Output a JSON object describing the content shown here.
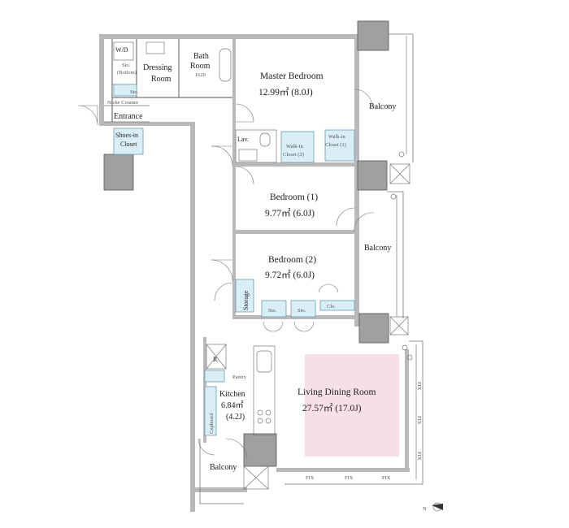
{
  "rooms": {
    "wd": "W/D",
    "sto_bottom_1": "Sto.",
    "sto_bottom_2": "(Bottom)",
    "dressing_1": "Dressing",
    "dressing_2": "Room",
    "bath_1": "Bath",
    "bath_2": "Room",
    "bath_3": "1620",
    "sto_small": "Sto.",
    "niche": "Niche Counter",
    "entrance": "Entrance",
    "shoes_1": "Shoes-in",
    "shoes_2": "Closet",
    "master_name": "Master Bedroom",
    "master_area": "12.99㎡ (8.0J)",
    "lav": "Lav.",
    "wic2_1": "Walk-in",
    "wic2_2": "Closet (2)",
    "wic1_1": "Walk-in",
    "wic1_2": "Closet (1)",
    "bed1_name": "Bedroom (1)",
    "bed1_area": "9.77㎡ (6.0J)",
    "bed2_name": "Bedroom (2)",
    "bed2_area": "9.72㎡ (6.0J)",
    "storage": "Storage",
    "sto_a": "Sto.",
    "sto_b": "Sto.",
    "clo": "Clo.",
    "refrigerator": "R",
    "pantry": "Pantry",
    "kitchen_name": "Kitchen",
    "kitchen_area": "6.84㎡",
    "kitchen_j": "(4.2J)",
    "cupboard": "Cupboard",
    "ldr_name": "Living Dining Room",
    "ldr_area": "27.57㎡ (17.0J)",
    "balcony_top": "Balcony",
    "balcony_mid": "Balcony",
    "balcony_bottom": "Balcony"
  },
  "fix_marks": [
    "FIX",
    "FIX",
    "FIX",
    "FIX",
    "FIX",
    "FIX"
  ],
  "compass_label": "N",
  "colors": {
    "wall": "#b9b9b9",
    "storage_fill": "#d9eef7",
    "living_highlight": "#f6dfe8",
    "pillar": "#a0a0a0"
  }
}
